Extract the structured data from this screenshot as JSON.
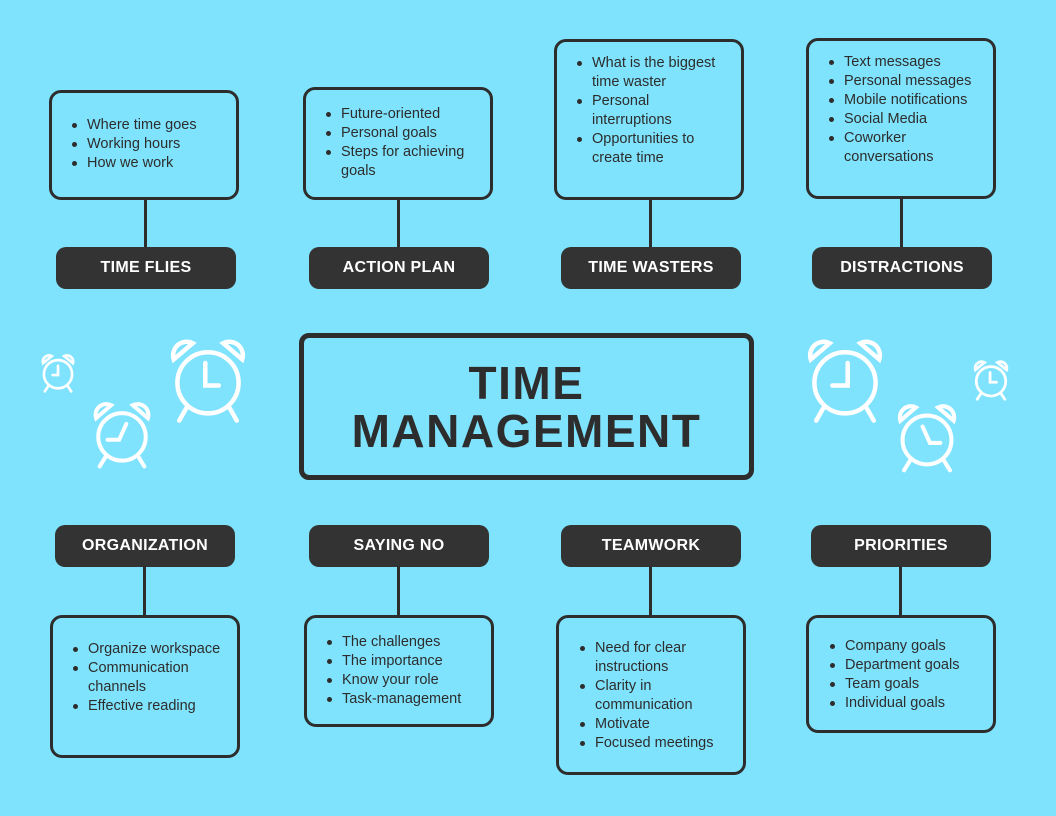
{
  "title": {
    "line1": "TIME",
    "line2": "MANAGEMENT"
  },
  "colors": {
    "background": "#7fe3fd",
    "dark": "#333333",
    "text": "#2d2d2d",
    "clock": "#ffffff"
  },
  "icons": [
    "alarm-clock-icon"
  ],
  "top_topics": [
    {
      "label": "TIME FLIES",
      "items": [
        "Where time goes",
        "Working hours",
        "How we work"
      ]
    },
    {
      "label": "ACTION PLAN",
      "items": [
        "Future-oriented",
        "Personal goals",
        "Steps for achieving goals"
      ]
    },
    {
      "label": "TIME WASTERS",
      "items": [
        "What is the biggest time waster",
        "Personal interruptions",
        "Opportunities to create time"
      ]
    },
    {
      "label": "DISTRACTIONS",
      "items": [
        "Text messages",
        "Personal messages",
        "Mobile notifications",
        "Social Media",
        "Coworker conversations"
      ]
    }
  ],
  "bottom_topics": [
    {
      "label": "ORGANIZATION",
      "items": [
        "Organize workspace",
        "Communication channels",
        "Effective reading"
      ]
    },
    {
      "label": "SAYING NO",
      "items": [
        "The challenges",
        "The importance",
        "Know your role",
        "Task-management"
      ]
    },
    {
      "label": "TEAMWORK",
      "items": [
        "Need for clear instructions",
        "Clarity in communication",
        "Motivate",
        "Focused meetings"
      ]
    },
    {
      "label": "PRIORITIES",
      "items": [
        "Company goals",
        "Department goals",
        "Team goals",
        "Individual goals"
      ]
    }
  ]
}
